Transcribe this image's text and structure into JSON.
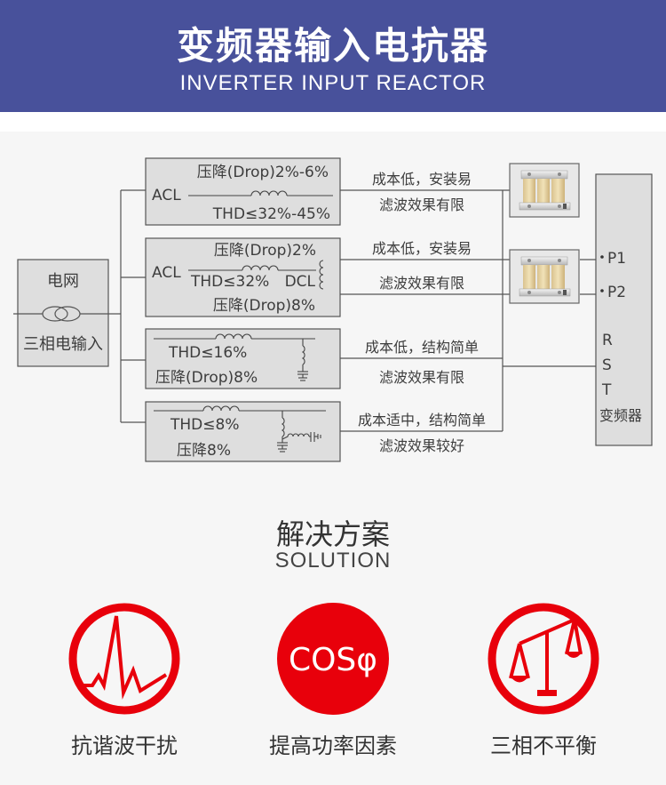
{
  "header": {
    "title": "变频器输入电抗器",
    "subtitle": "INVERTER INPUT REACTOR"
  },
  "diagram": {
    "source": {
      "top_label": "电网",
      "bottom_label": "三相电输入",
      "icon": "transformer-icon"
    },
    "configs": [
      {
        "prefix": "ACL",
        "top_text": "压降(Drop)2%-6%",
        "bottom_text": "THD≤32%-45%",
        "note_line1": "成本低，安装易",
        "note_line2": "滤波效果有限"
      },
      {
        "prefix": "ACL",
        "top_text": "压降(Drop)2%",
        "mid_text": "THD≤32%",
        "dcl_label": "DCL",
        "bottom_text": "压降(Drop)8%",
        "note_line1": "成本低，安装易",
        "note_line2": "滤波效果有限"
      },
      {
        "top_text": "THD≤16%",
        "bottom_text": "压降(Drop)8%",
        "note_line1": "成本低，结构简单",
        "note_line2": "滤波效果有限"
      },
      {
        "top_text": "THD≤8%",
        "bottom_text": "压降8%",
        "note_line1": "成本适中，结构简单",
        "note_line2": "滤波效果较好"
      }
    ],
    "inverter": {
      "terminals_dc": [
        "P1",
        "P2"
      ],
      "terminals_ac": [
        "R",
        "S",
        "T"
      ],
      "label": "变频器"
    },
    "reactor_images": [
      "reactor-photo",
      "reactor-photo"
    ]
  },
  "solution": {
    "title": "解决方案",
    "subtitle": "SOLUTION",
    "accent_color": "#e8000b",
    "features": [
      {
        "icon": "harmonic-wave-icon",
        "label": "抗谐波干扰"
      },
      {
        "icon": "cos-phi-icon",
        "icon_text": "COSφ",
        "label": "提高功率因素"
      },
      {
        "icon": "balance-scale-icon",
        "label": "三相不平衡"
      }
    ]
  }
}
